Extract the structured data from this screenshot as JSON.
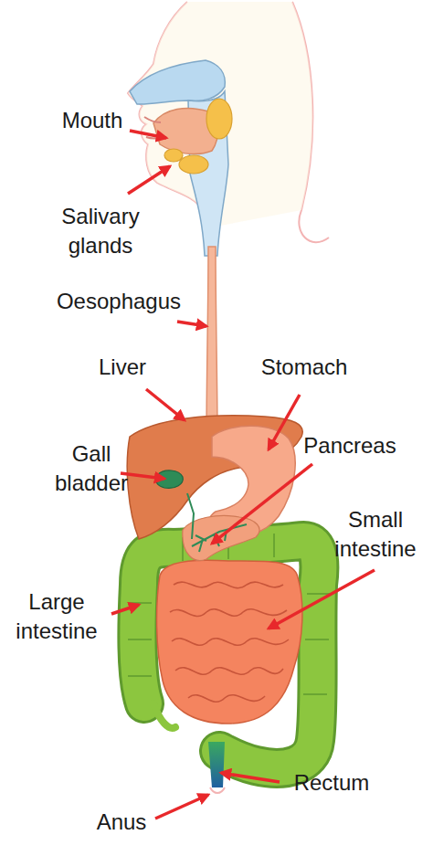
{
  "diagram": {
    "labels": [
      "Mouth",
      "Salivary glands",
      "Oesophagus",
      "Liver",
      "Stomach",
      "Gall bladder",
      "Pancreas",
      "Small intestine",
      "Large intestine",
      "Rectum",
      "Anus"
    ]
  }
}
